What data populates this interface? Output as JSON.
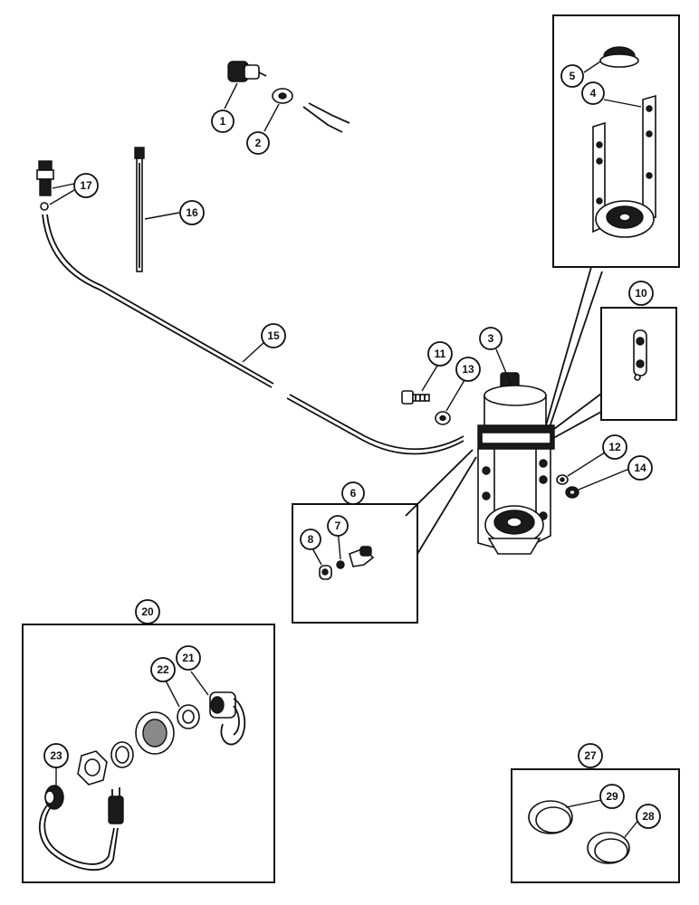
{
  "callouts": {
    "c1": "1",
    "c2": "2",
    "c3": "3",
    "c4": "4",
    "c5": "5",
    "c6": "6",
    "c7": "7",
    "c8": "8",
    "c10": "10",
    "c11": "11",
    "c12": "12",
    "c13": "13",
    "c14": "14",
    "c15": "15",
    "c16": "16",
    "c17": "17",
    "c20": "20",
    "c21": "21",
    "c22": "22",
    "c23": "23",
    "c27": "27",
    "c28": "28",
    "c29": "29"
  },
  "colors": {
    "ink": "#111111",
    "paper": "#ffffff"
  }
}
